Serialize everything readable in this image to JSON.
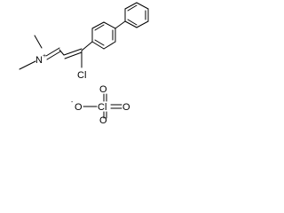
{
  "cation": {
    "nitrogen": "N",
    "nitrogen_charge": "+",
    "chlorine": "Cl"
  },
  "anion": {
    "oxygen_top": "O",
    "oxygen_left": "O",
    "oxygen_right": "O",
    "oxygen_bottom": "O",
    "oxygen_left_charge": "-",
    "chlorine": "Cl"
  }
}
